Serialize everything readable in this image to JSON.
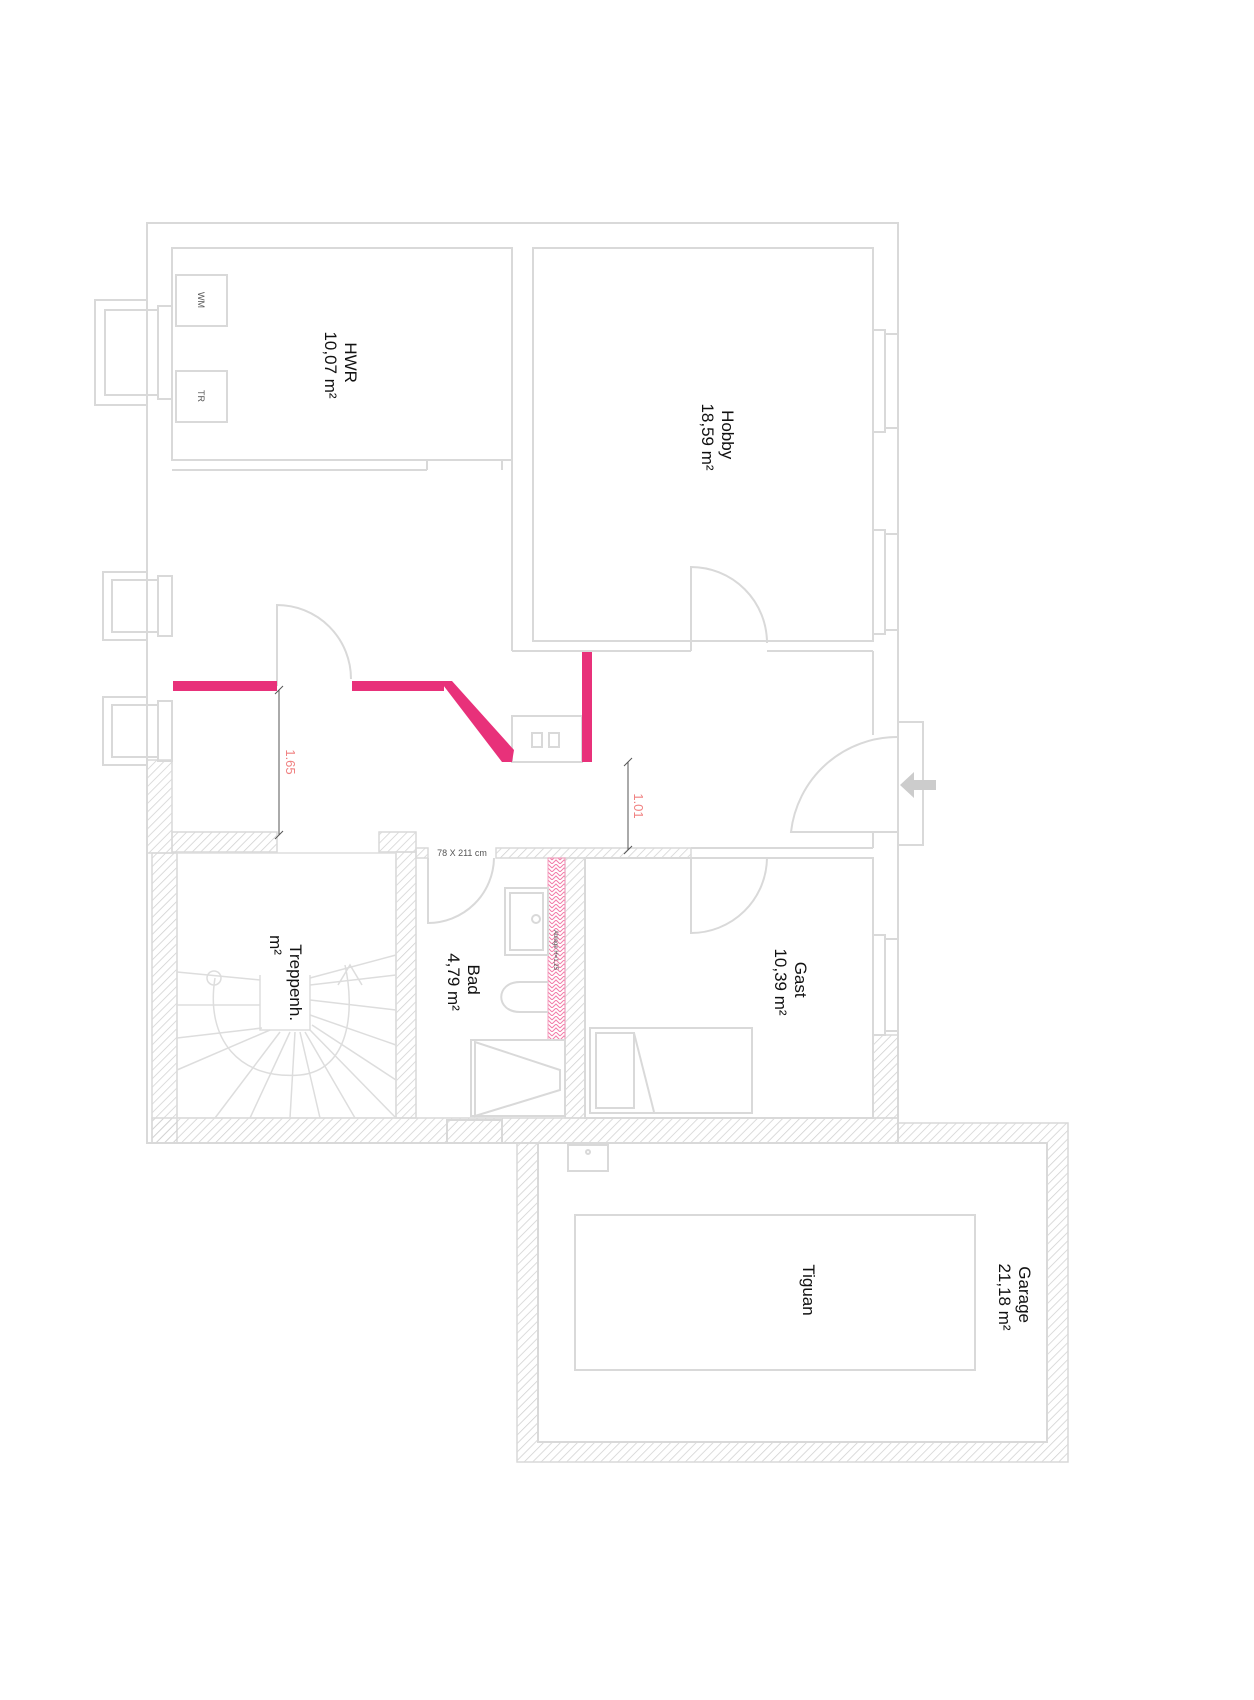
{
  "rooms": {
    "hwr": {
      "name": "HWR",
      "area": "10,07 m²"
    },
    "hobby": {
      "name": "Hobby",
      "area": "18,59 m²"
    },
    "stair": {
      "name": "Treppenh.",
      "area": "m²"
    },
    "bad": {
      "name": "Bad",
      "area": "4,79 m²"
    },
    "gast": {
      "name": "Gast",
      "area": "10,39 m²"
    },
    "garage": {
      "name": "Garage",
      "area": "21,18 m²"
    }
  },
  "fixtures": {
    "washer": "WM",
    "dryer": "TR",
    "car": "Tiguan",
    "shelf": "Ablage H=1,25",
    "door_size": "78 X 211 cm"
  },
  "dimensions": {
    "left": "1.65",
    "right": "1.01"
  },
  "colors": {
    "new_wall": "#e8317a",
    "dimension": "#f08080",
    "wall": "#d9d9d9"
  }
}
